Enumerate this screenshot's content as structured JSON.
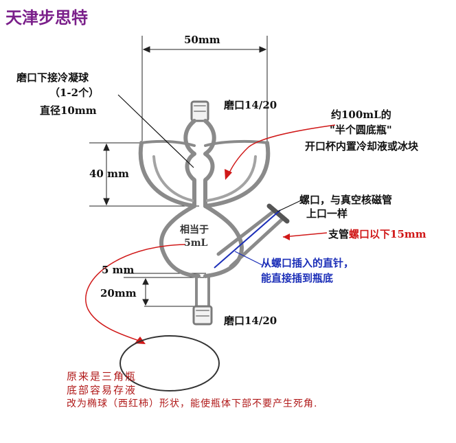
{
  "title": "天津步思特",
  "dimensions": {
    "width": "50mm",
    "height_cup": "40 mm",
    "gap": "5 mm",
    "height_tube": "20mm"
  },
  "labels": {
    "top_joint_note_line1": "磨口下接冷凝球",
    "top_joint_note_line2": "（1-2个）",
    "top_joint_note_line3": "直径10mm",
    "top_joint": "磨口14/20",
    "cup_note_line1": "约100mL的",
    "cup_note_line2": "\"半个圆底瓶\"",
    "cup_note_line3": "开口杯内置冷却液或冰块",
    "screw_note_line1": "螺口，与真空核磁管",
    "screw_note_line2": "上口一样",
    "branch_prefix": "支管",
    "branch_suffix": "螺口以下15mm",
    "volume_line1": "相当于",
    "volume_line2": "5mL",
    "needle_note_line1": "从螺口插入的直针，",
    "needle_note_line2": "能直接插到瓶底",
    "bottom_joint": "磨口14/20",
    "bottom_note_line1": "原来是三角瓶",
    "bottom_note_line2": "底部容易存液",
    "bottom_note_line3": "改为椭球（西红柿）形状，能使瓶体下部不要产生死角."
  },
  "colors": {
    "title": "#7a1f8a",
    "glass": "#8a8a8a",
    "annotation_red": "#d01818",
    "annotation_blue": "#1c2fb8",
    "text": "#111111"
  }
}
